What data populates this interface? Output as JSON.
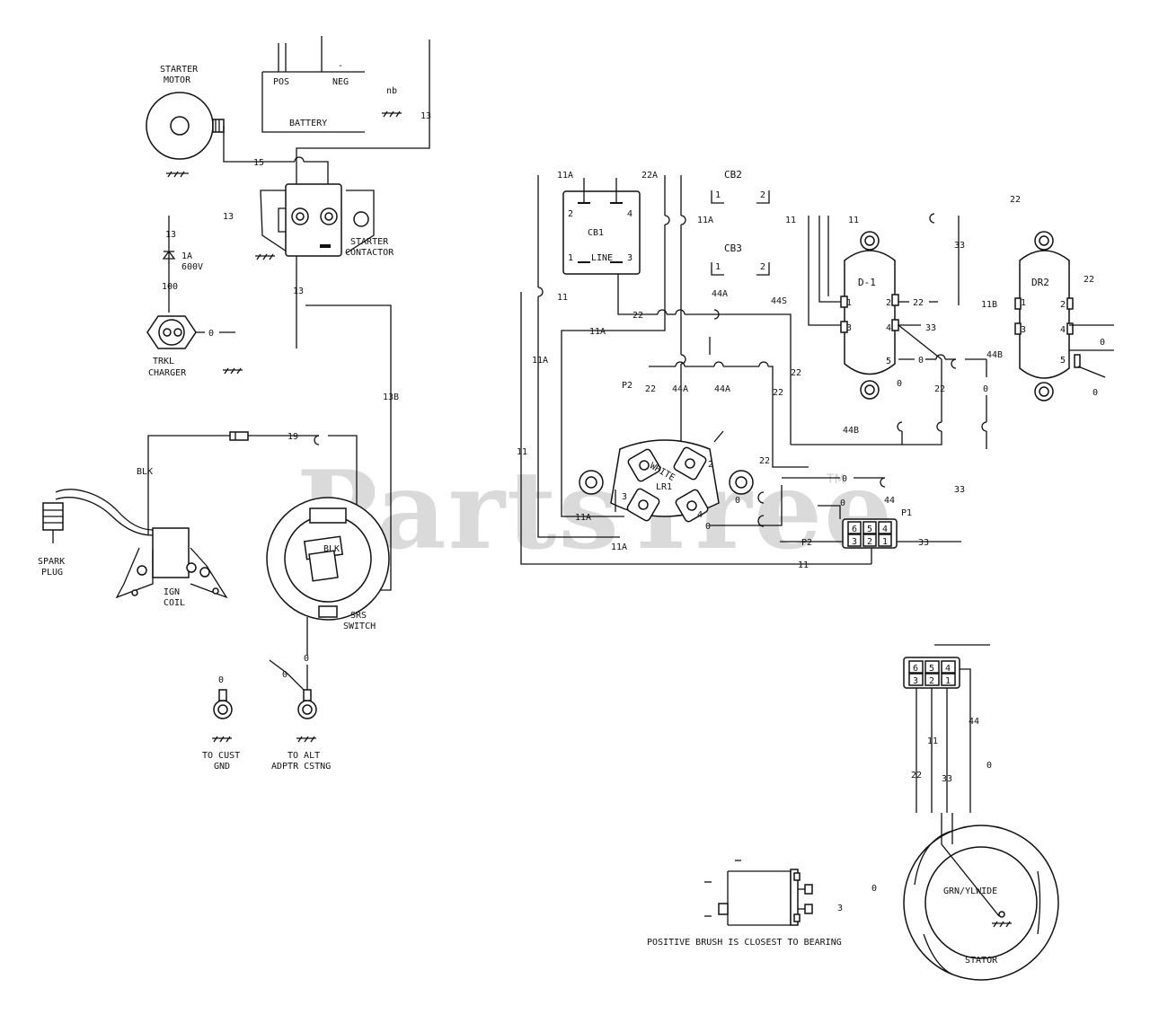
{
  "watermark": {
    "text": "PartsTree",
    "tm": "TM"
  },
  "labels": {
    "starter_motor": [
      "STARTER",
      "MOTOR"
    ],
    "battery": "BATTERY",
    "pos": "POS",
    "neg": "NEG",
    "plus": "+",
    "minus": "-",
    "nb": "nb",
    "starter_contactor": [
      "STARTER",
      "CONTACTOR"
    ],
    "diode_rating": [
      "1A",
      "600V"
    ],
    "trickle_charger": [
      "TRKL",
      "CHARGER"
    ],
    "blk": "BLK",
    "spark_plug": [
      "SPARK",
      "PLUG"
    ],
    "ign_coil": [
      "IGN",
      "COIL"
    ],
    "srs_switch": [
      "SRS",
      "SWITCH"
    ],
    "to_cust_gnd": [
      "TO CUST",
      "GND"
    ],
    "to_alt_adptr": [
      "TO ALT",
      "ADPTR CSTNG"
    ],
    "cb1": "CB1",
    "line": "LINE",
    "cb2": "CB2",
    "cb3": "CB3",
    "d1": "D-1",
    "dr2": "DR2",
    "white": "WHITE",
    "lr1": "LR1",
    "stator": "STATOR",
    "grn_y_wide": "GRN/YLWIDE",
    "positive_brush": "POSITIVE BRUSH IS CLOSEST TO BEARING",
    "w13": "13",
    "w15": "15",
    "w13b": "13B",
    "w100": "100",
    "w19": "19",
    "w11a": "11A",
    "w22a": "22A",
    "w11": "11",
    "w22": "22",
    "w44": "44",
    "w44a": "44A",
    "w44b": "44B",
    "w44s": "44S",
    "w33": "33",
    "w11b": "11B",
    "w0": "0",
    "w2": "2",
    "w3": "3",
    "w4": "4",
    "w1": "1",
    "w5": "5",
    "w6": "6",
    "w22s": "22",
    "p1": "P1",
    "ps": "P2"
  }
}
